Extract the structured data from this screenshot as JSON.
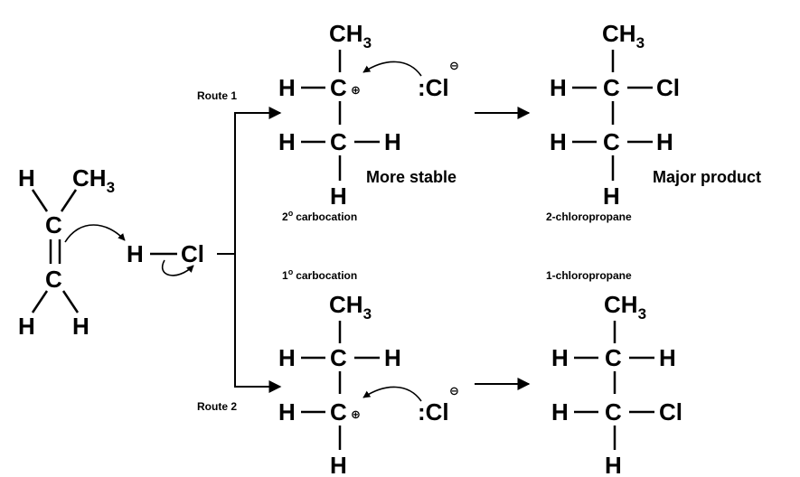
{
  "reactant": {
    "atoms": {
      "h": "H",
      "c": "C",
      "ch": "CH",
      "ch_sub": "3"
    }
  },
  "reagent": {
    "h": "H",
    "cl": "Cl"
  },
  "route1": {
    "label": "Route 1",
    "intermediate_label": "carbocation",
    "intermediate_degree": "2",
    "degree_symbol": "o",
    "stability_label": "More stable",
    "nucleophile": ":Cl",
    "cation_charge": "⊕",
    "anion_charge": "⊖",
    "product_name": "2-chloropropane",
    "product_label": "Major product"
  },
  "route2": {
    "label": "Route 2",
    "intermediate_label": "carbocation",
    "intermediate_degree": "1",
    "degree_symbol": "o",
    "nucleophile": ":Cl",
    "cation_charge": "⊕",
    "anion_charge": "⊖",
    "product_name": "1-chloropropane"
  },
  "atoms": {
    "h": "H",
    "c": "C",
    "cl": "Cl",
    "ch": "CH",
    "ch_sub": "3"
  }
}
